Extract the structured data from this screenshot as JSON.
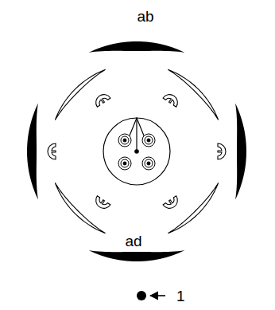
{
  "diagram": {
    "labels": [
      "ab",
      "ad",
      "1"
    ]
  }
}
